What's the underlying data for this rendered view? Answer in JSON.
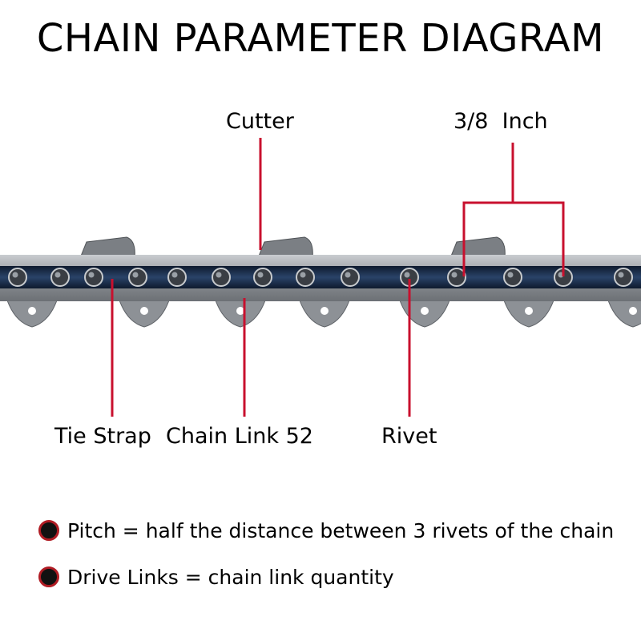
{
  "title": "CHAIN PARAMETER DIAGRAM",
  "labels": {
    "cutter": "Cutter",
    "pitch": "3/8  Inch",
    "tie_strap": "Tie Strap",
    "chain_link": "Chain Link 52",
    "rivet": "Rivet"
  },
  "bullets": [
    "Pitch = half the distance between 3 rivets of the chain",
    "Drive Links = chain link quantity"
  ],
  "colors": {
    "pointer": "#c8102e",
    "side_plate": "#9a9ea3",
    "center_band": "#1c2f4c",
    "rivet": "#3a3e44"
  }
}
